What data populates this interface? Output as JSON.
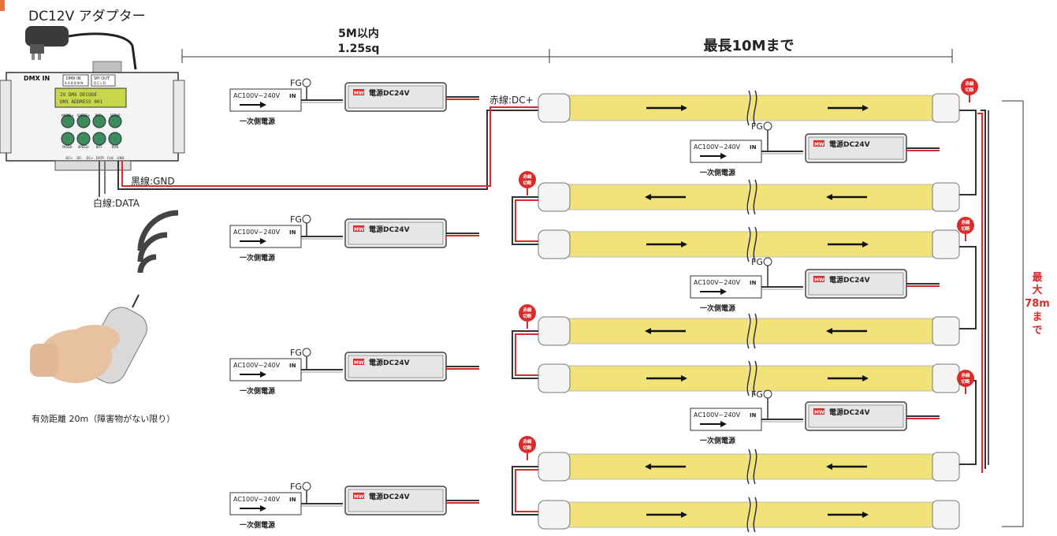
{
  "adapter": {
    "label": "DC12V アダプター"
  },
  "controller": {
    "dmx_in_label": "DMX IN",
    "dmx_in_port": "DMX IN",
    "dmx_in_pins": "A A B B N N",
    "spi_out_port": "SPI OUT",
    "spi_out_pins": "D C L D",
    "lcd_line1": "29  DMX DECODE",
    "lcd_line2": "DMX ADDRESS    001",
    "buttons_top": [
      "MODE+",
      "SPEED+",
      "BRT+",
      "SETUP"
    ],
    "buttons_bottom": [
      "MODE-",
      "SPEED-",
      "BRT-",
      "RUN"
    ],
    "terminals": [
      "DC+",
      "DC-",
      "DC+",
      "DATA",
      "CLK",
      "GND"
    ]
  },
  "labels": {
    "black_gnd": "黒線:GND",
    "white_data": "白線:DATA",
    "red_dc": "赤線:DC+",
    "dist_5m": "5M以内",
    "wire_size": "1.25sq",
    "max_10m": "最長10Mまで",
    "max_78m": [
      "最",
      "大",
      "78m",
      "ま",
      "で"
    ],
    "red_cut": [
      "赤線",
      "切断"
    ],
    "fg": "FG",
    "remote": "有効距離 20m（障害物がない限り）"
  },
  "ac_box": {
    "text": "AC100V~240V",
    "in": "IN",
    "sub": "一次側電源"
  },
  "psu": {
    "text": "電源DC24V",
    "brand": "MW"
  },
  "colors": {
    "strip": "#f2e27a",
    "red": "#d92b2b",
    "button": "#3d8a5a",
    "lcd": "#c9d84a"
  }
}
